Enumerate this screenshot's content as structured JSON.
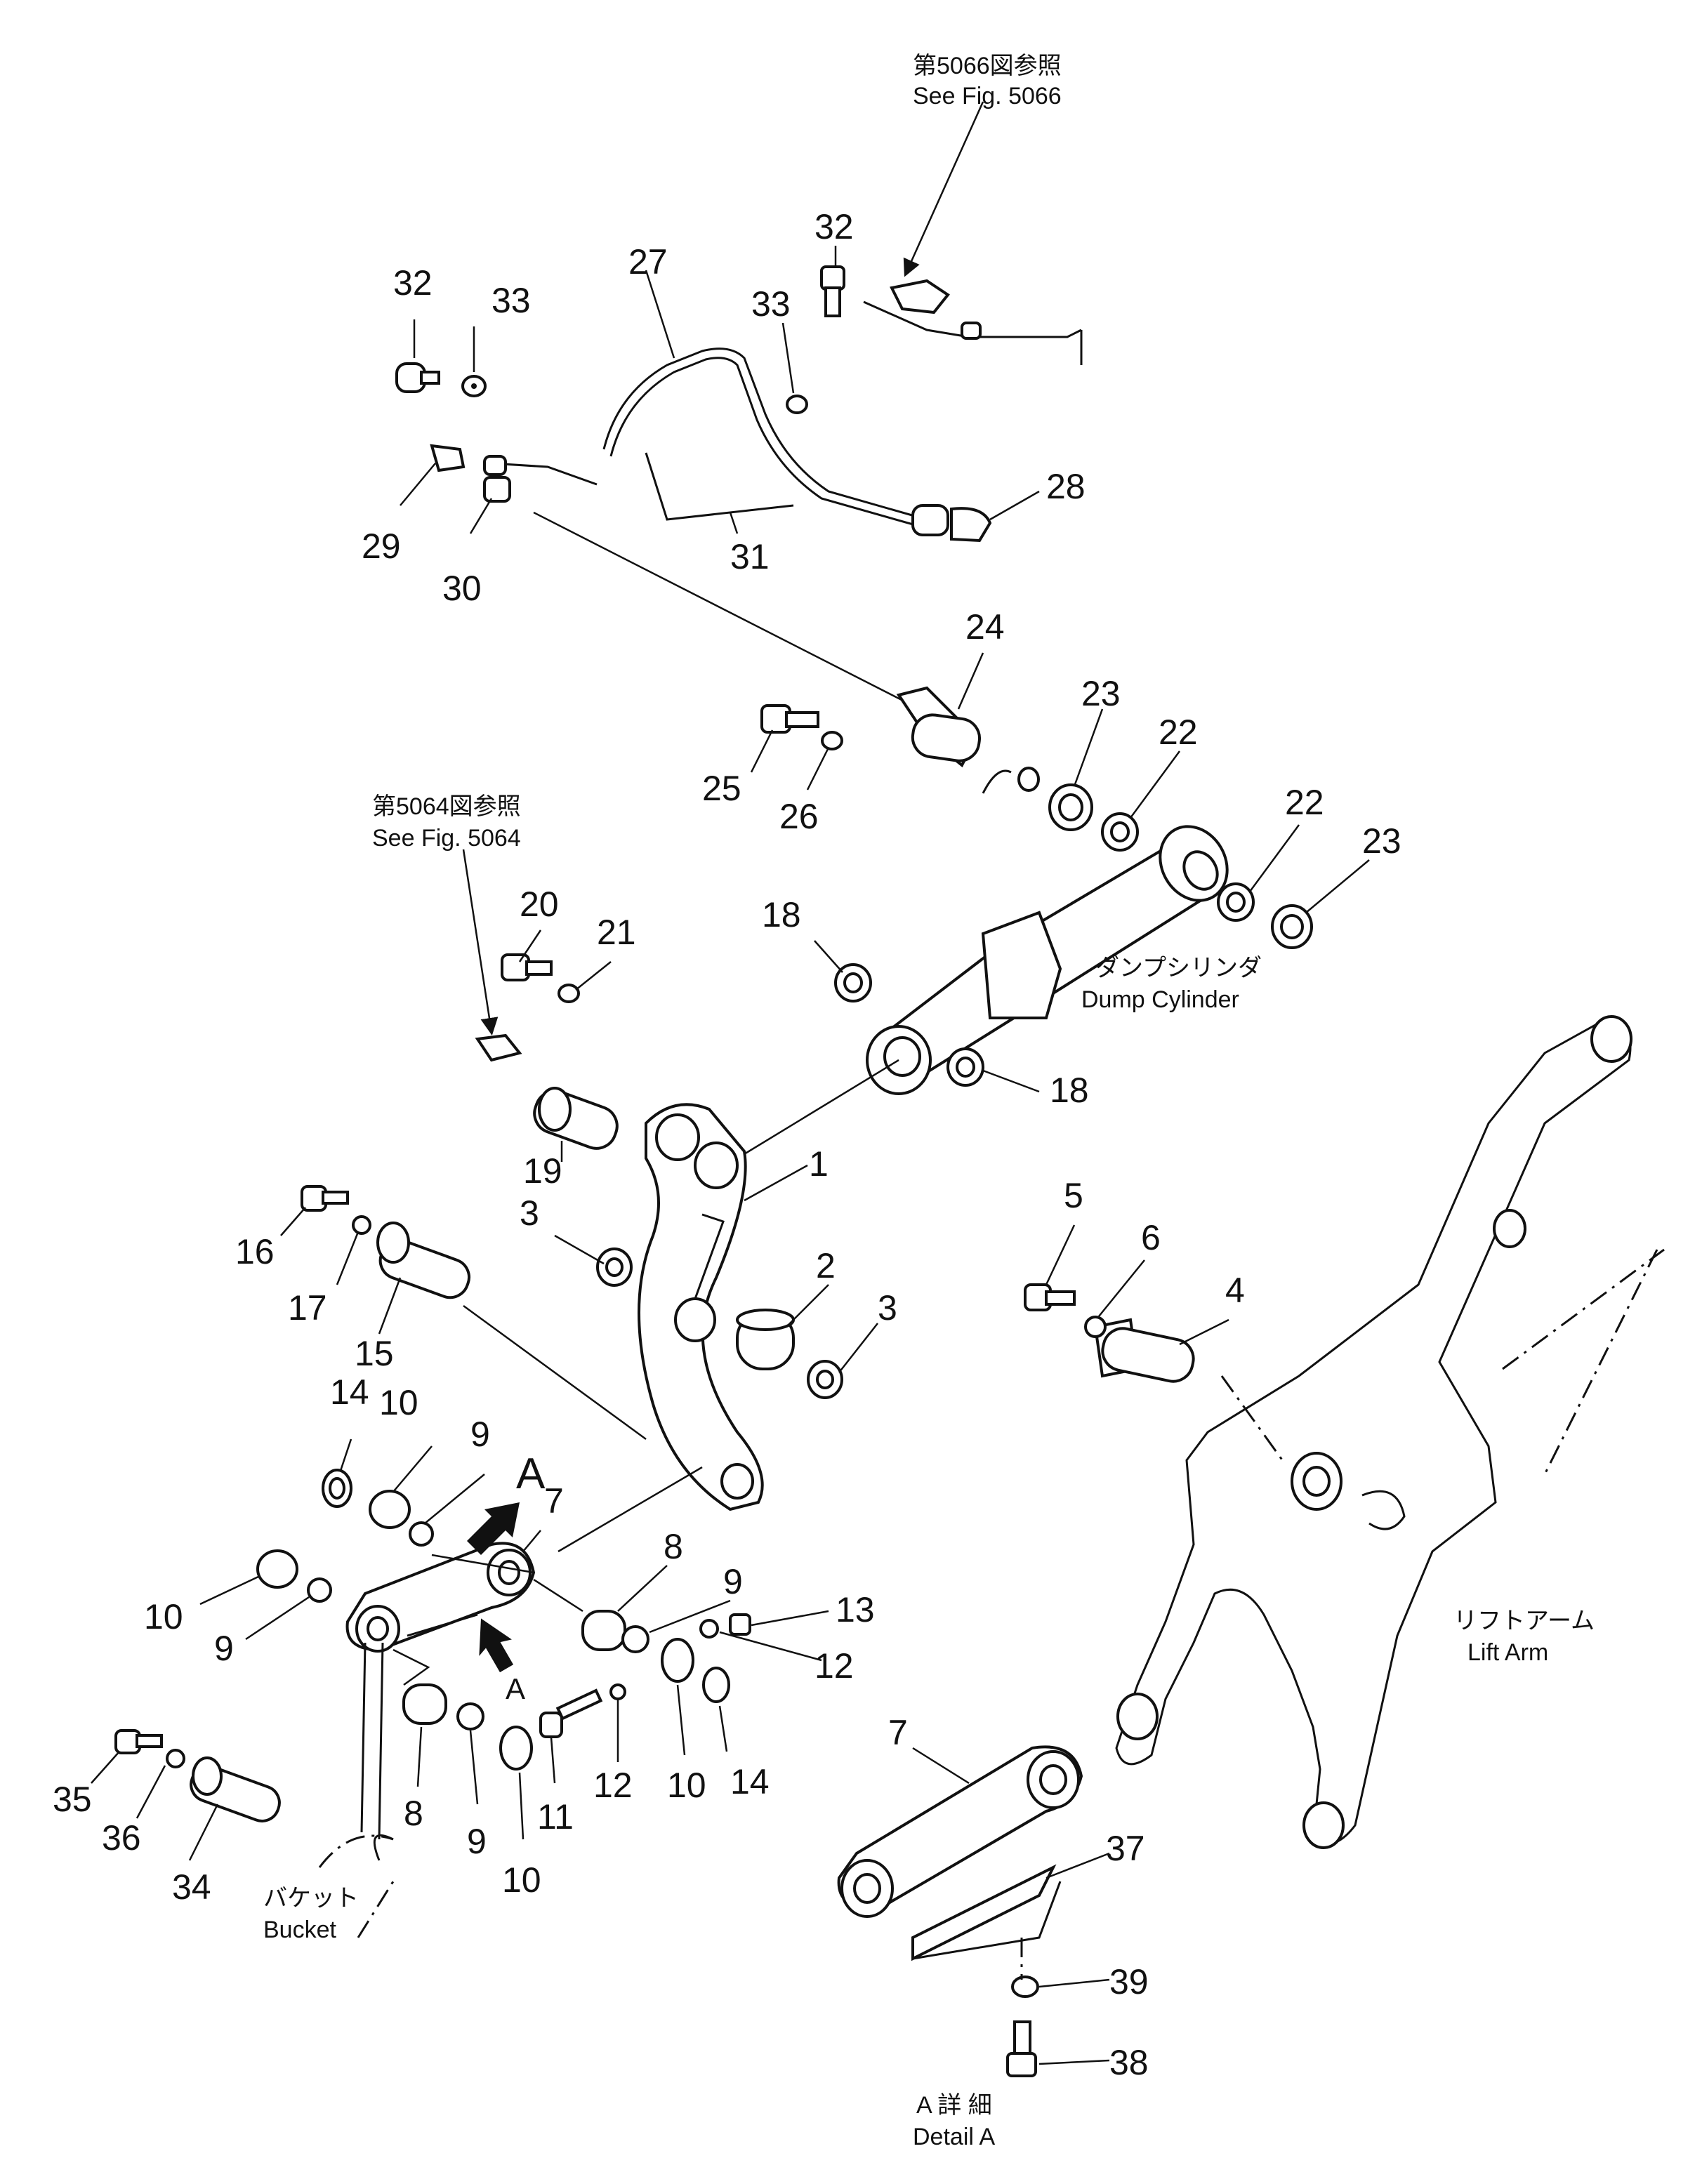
{
  "callouts": {
    "c1": "1",
    "c2": "2",
    "c3a": "3",
    "c3b": "3",
    "c4": "4",
    "c5": "5",
    "c6": "6",
    "c7a": "7",
    "c7b": "7",
    "c8a": "8",
    "c8b": "8",
    "c9a": "9",
    "c9b": "9",
    "c9c": "9",
    "c9d": "9",
    "c10a": "10",
    "c10b": "10",
    "c10c": "10",
    "c10d": "10",
    "c11": "11",
    "c12a": "12",
    "c12b": "12",
    "c13": "13",
    "c14a": "14",
    "c14b": "14",
    "c15": "15",
    "c16": "16",
    "c17": "17",
    "c18a": "18",
    "c18b": "18",
    "c19": "19",
    "c20": "20",
    "c21": "21",
    "c22a": "22",
    "c22b": "22",
    "c23a": "23",
    "c23b": "23",
    "c24": "24",
    "c25": "25",
    "c26": "26",
    "c27": "27",
    "c28": "28",
    "c29": "29",
    "c30": "30",
    "c31": "31",
    "c32a": "32",
    "c32b": "32",
    "c33a": "33",
    "c33b": "33",
    "c34": "34",
    "c35": "35",
    "c36": "36",
    "c37": "37",
    "c38": "38",
    "c39": "39",
    "arrowA1": "A",
    "arrowA2": "A"
  },
  "captions": {
    "fig5066_jp": "第5066図参照",
    "fig5066_en": "See Fig. 5066",
    "fig5064_jp": "第5064図参照",
    "fig5064_en": "See Fig. 5064",
    "dump_cylinder_jp": "ダンプシリンダ",
    "dump_cylinder_en": "Dump Cylinder",
    "lift_arm_jp": "リフトアーム",
    "lift_arm_en": "Lift Arm",
    "bucket_jp": "バケット",
    "bucket_en": "Bucket",
    "detail_a_jp": "A 詳 細",
    "detail_a_en": "Detail A"
  }
}
